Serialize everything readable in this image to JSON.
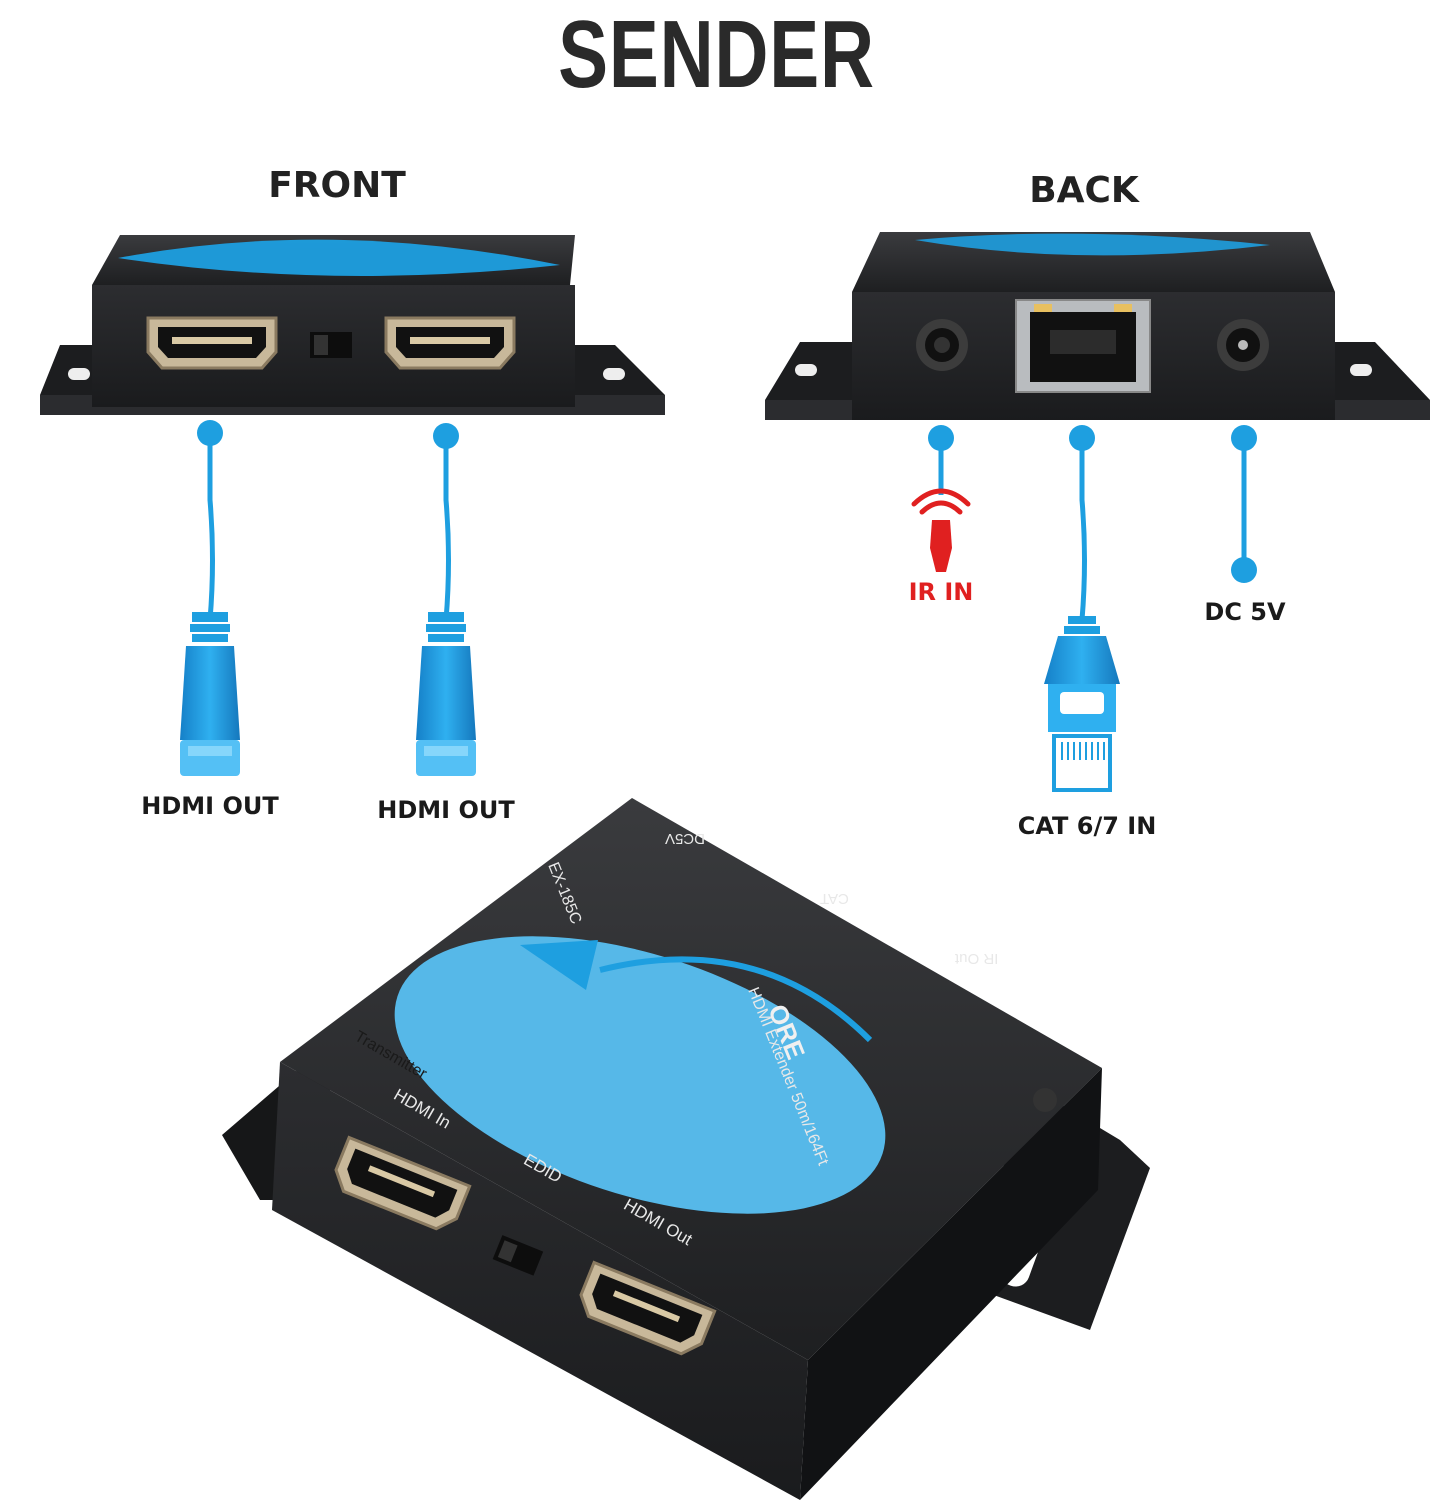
{
  "title": "SENDER",
  "views": {
    "front": "FRONT",
    "back": "BACK"
  },
  "ports": {
    "front_left": "HDMI OUT",
    "front_right": "HDMI OUT",
    "ir_in": "IR IN",
    "dc_5v": "DC 5V",
    "cat_in": "CAT 6/7 IN"
  },
  "device": {
    "brand": "ORE",
    "model": "EX-185C",
    "product": "HDMI Extender 50m/164Ft",
    "role": "Transmitter",
    "hdmi_in": "HDMI In",
    "edid": "EDID",
    "hdmi_out": "HDMI Out",
    "dc_port": "DC5V",
    "cat_port": "CAT",
    "ir_out": "IR Out"
  },
  "colors": {
    "accent": "#1e9fe0",
    "device": "#232426",
    "ir": "#e02020",
    "label_blue": "#56b8e8"
  }
}
